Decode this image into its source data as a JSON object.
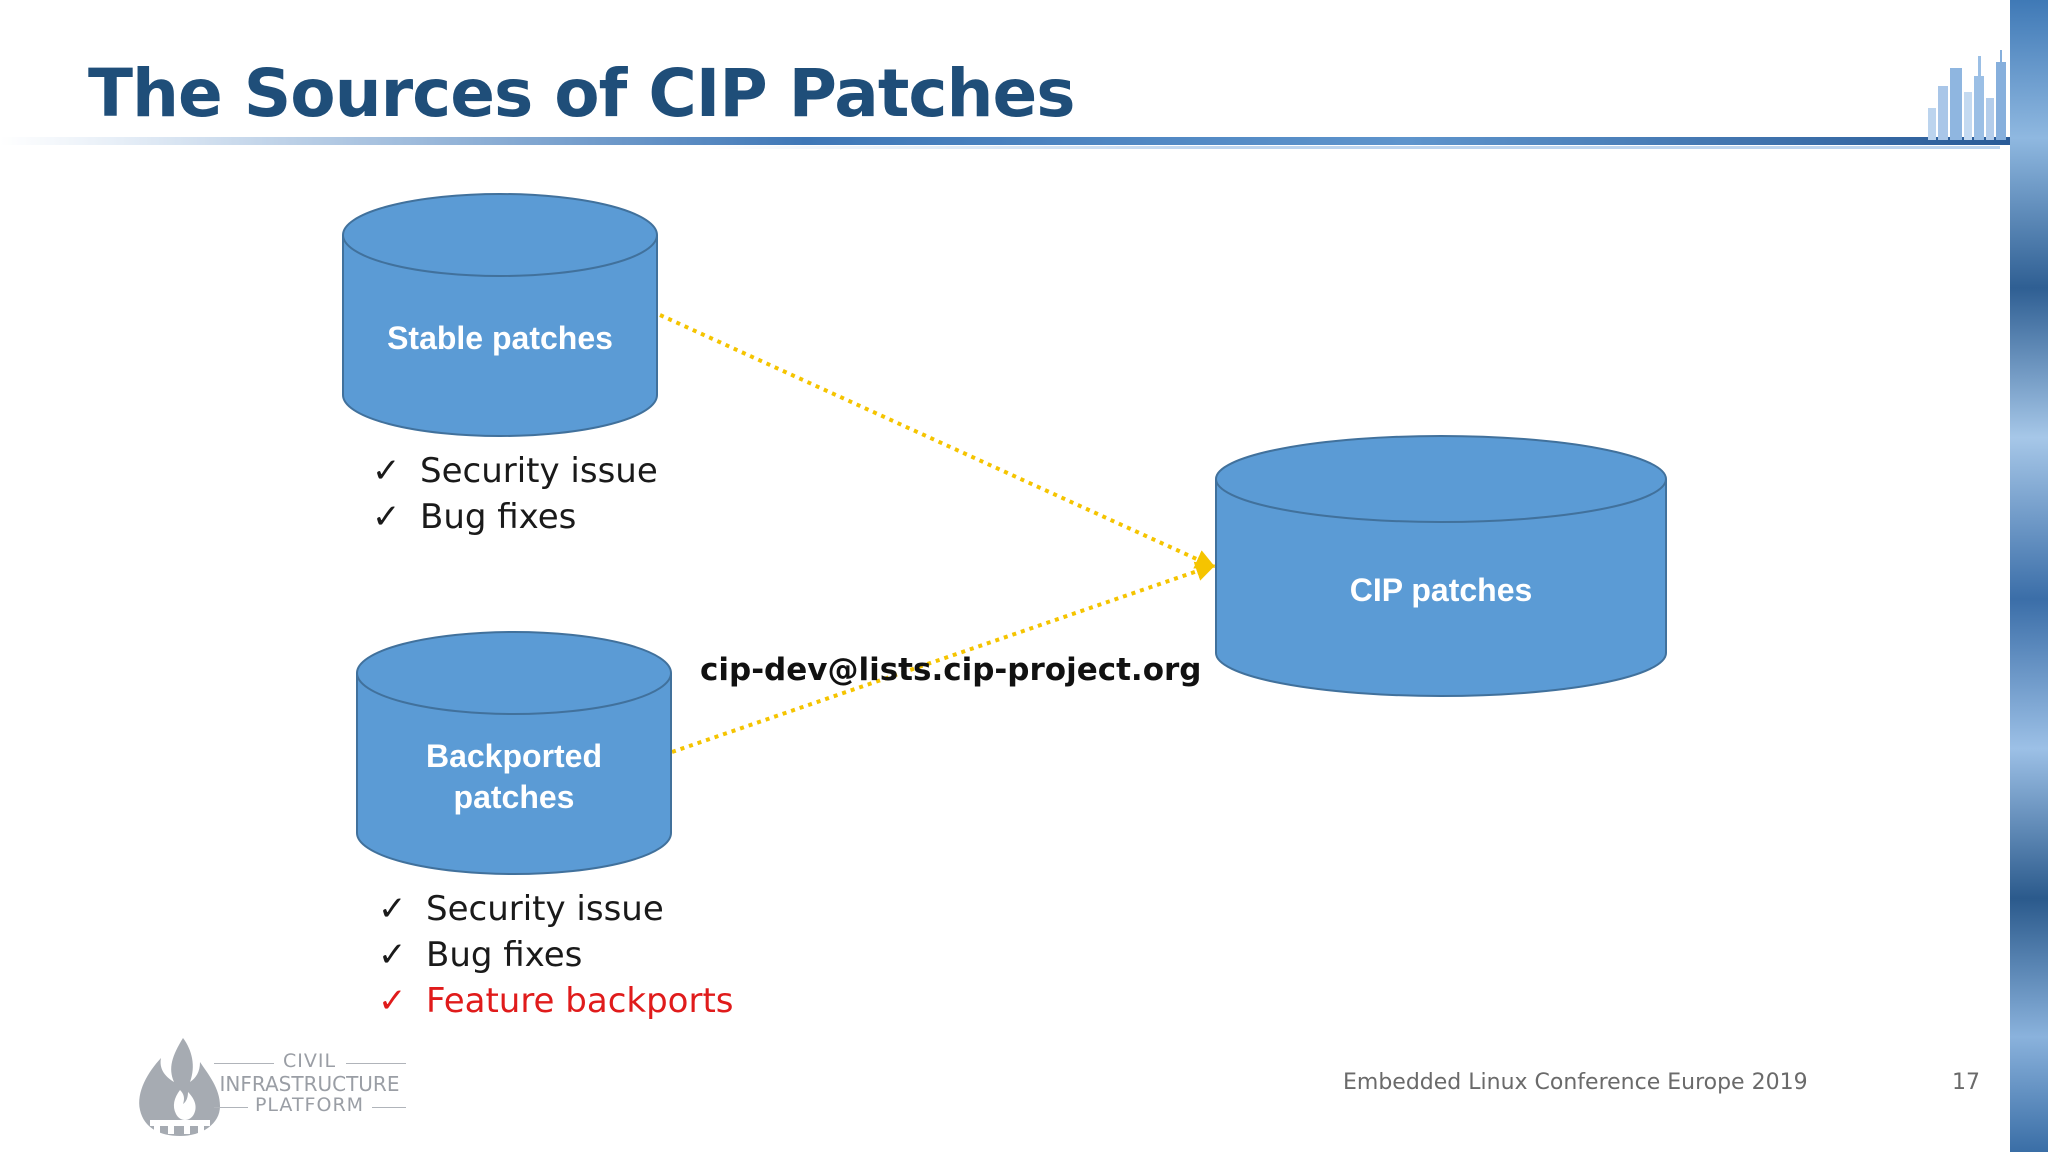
{
  "slide": {
    "title": "The Sources of CIP Patches",
    "footer_conference": "Embedded Linux Conference Europe 2019",
    "page_number": "17"
  },
  "diagram": {
    "stable_db_label": "Stable patches",
    "backported_db_label_line1": "Backported",
    "backported_db_label_line2": "patches",
    "cip_db_label": "CIP patches",
    "mailing_list_label": "cip-dev@lists.cip-project.org",
    "stable_checklist": [
      "Security issue",
      "Bug fixes"
    ],
    "backported_checklist": [
      "Security issue",
      "Bug fixes",
      "Feature backports"
    ],
    "check_mark": "✓"
  },
  "logo": {
    "line1": "CIVIL",
    "line2": "INFRASTRUCTURE",
    "line3": "PLATFORM"
  },
  "colors": {
    "title": "#1f4e79",
    "cylinder_fill": "#5b9bd5",
    "cylinder_stroke": "#41719c",
    "arrow": "#f5c400",
    "highlight_text": "#e01b1b"
  }
}
